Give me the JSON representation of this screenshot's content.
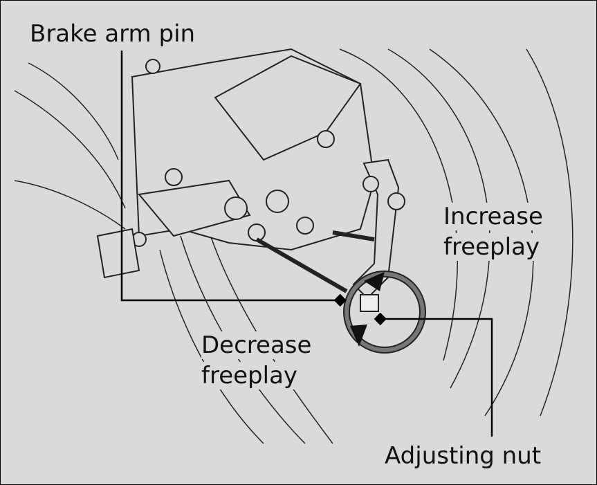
{
  "labels": {
    "brake_arm_pin": "Brake arm pin",
    "increase_line1": "Increase",
    "increase_line2": "freeplay",
    "decrease_line1": "Decrease",
    "decrease_line2": "freeplay",
    "adjusting_nut": "Adjusting nut"
  },
  "colors": {
    "background": "#dadada",
    "line": "#111111",
    "arrow_shade": "#666666"
  }
}
